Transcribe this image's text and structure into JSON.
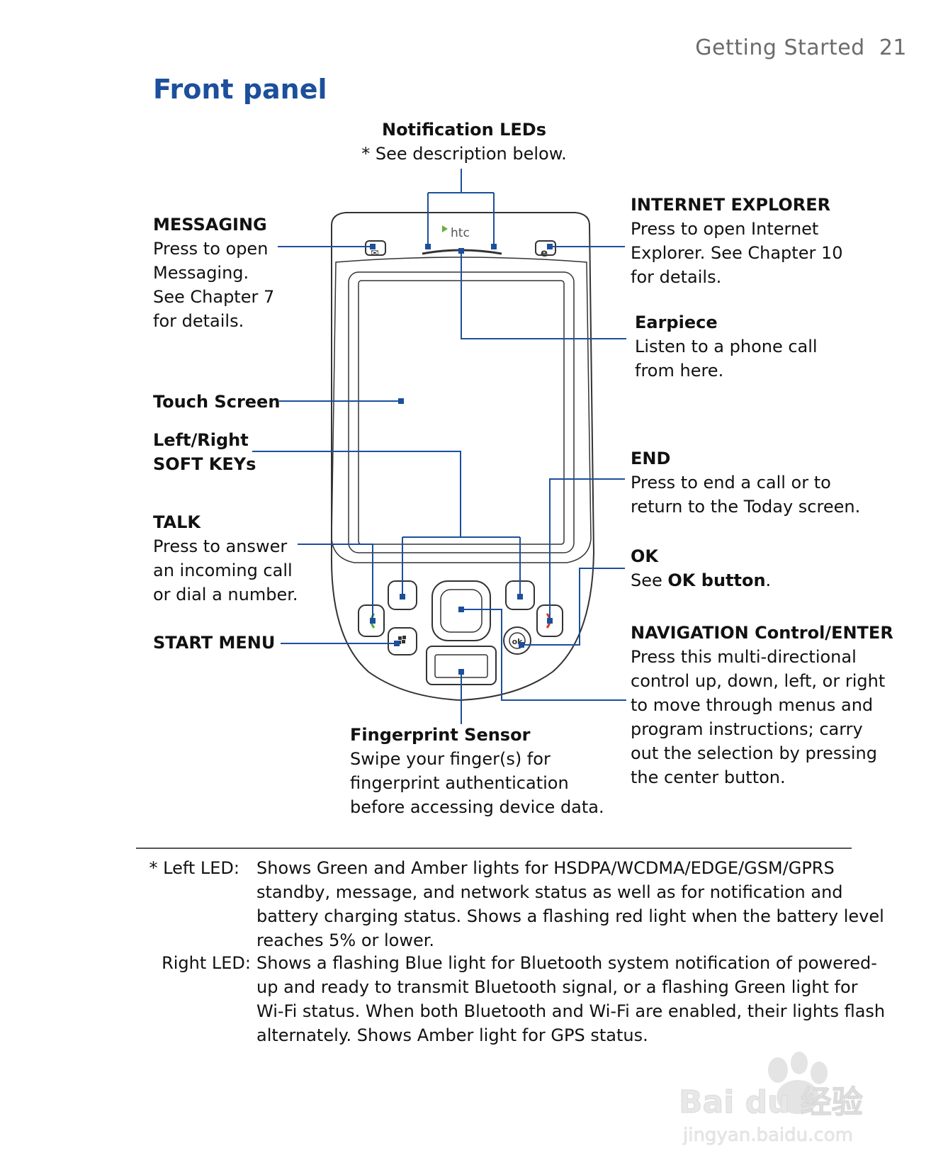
{
  "header": {
    "section": "Getting Started",
    "page_number": "21"
  },
  "title": "Front panel",
  "callouts": {
    "notification": {
      "title": "Notification LEDs",
      "desc": "* See description below."
    },
    "messaging": {
      "title": "MESSAGING",
      "lines": [
        "Press to open",
        "Messaging.",
        "See Chapter 7",
        "for details."
      ]
    },
    "internet_explorer": {
      "title": "INTERNET EXPLORER",
      "lines": [
        "Press to open Internet",
        "Explorer. See Chapter 10",
        "for details."
      ]
    },
    "earpiece": {
      "title": "Earpiece",
      "lines": [
        "Listen to a phone call",
        "from here."
      ]
    },
    "touch_screen": {
      "title": "Touch Screen"
    },
    "soft_keys": {
      "title_line1": "Left/Right",
      "title_line2": "SOFT KEYs"
    },
    "end": {
      "title": "END",
      "lines": [
        "Press to end a call or to",
        "return to the Today screen."
      ]
    },
    "talk": {
      "title": "TALK",
      "lines": [
        "Press to answer",
        "an incoming call",
        "or dial a number."
      ]
    },
    "ok": {
      "title": "OK",
      "prefix": "See ",
      "bold": "OK button",
      "suffix": "."
    },
    "start_menu": {
      "title": "START MENU"
    },
    "navigation": {
      "title": "NAVIGATION Control/ENTER",
      "lines": [
        "Press this multi-directional",
        "control up, down, left, or right",
        "to move through menus and",
        "program instructions; carry",
        "out the selection by pressing",
        "the center button."
      ]
    },
    "fingerprint": {
      "title": "Fingerprint Sensor",
      "lines": [
        "Swipe your finger(s) for",
        "fingerprint authentication",
        "before accessing device data."
      ]
    }
  },
  "device": {
    "brand": "htc",
    "ok_key": "ok"
  },
  "footnotes": [
    {
      "key": "* Left LED:",
      "lines": [
        "Shows Green and Amber lights for HSDPA/WCDMA/EDGE/GSM/GPRS",
        "standby, message, and network status as well as for notification and",
        "battery charging status. Shows a flashing red light when the battery level",
        "reaches 5% or lower."
      ]
    },
    {
      "key": "Right LED:",
      "lines": [
        "Shows a flashing Blue light for Bluetooth system notification of powered-",
        "up and ready to transmit Bluetooth signal, or a flashing Green light for",
        "Wi-Fi status. When both Bluetooth and Wi-Fi are enabled, their lights flash",
        "alternately. Shows Amber light for GPS status."
      ]
    }
  ],
  "watermark": {
    "brand": "Bai du 经验",
    "url": "jingyan.baidu.com"
  },
  "colors": {
    "title_blue": "#1c4f9c",
    "leader": "#1c4f9c",
    "talk_green": "#5aa83a",
    "end_red": "#d33a2c"
  }
}
